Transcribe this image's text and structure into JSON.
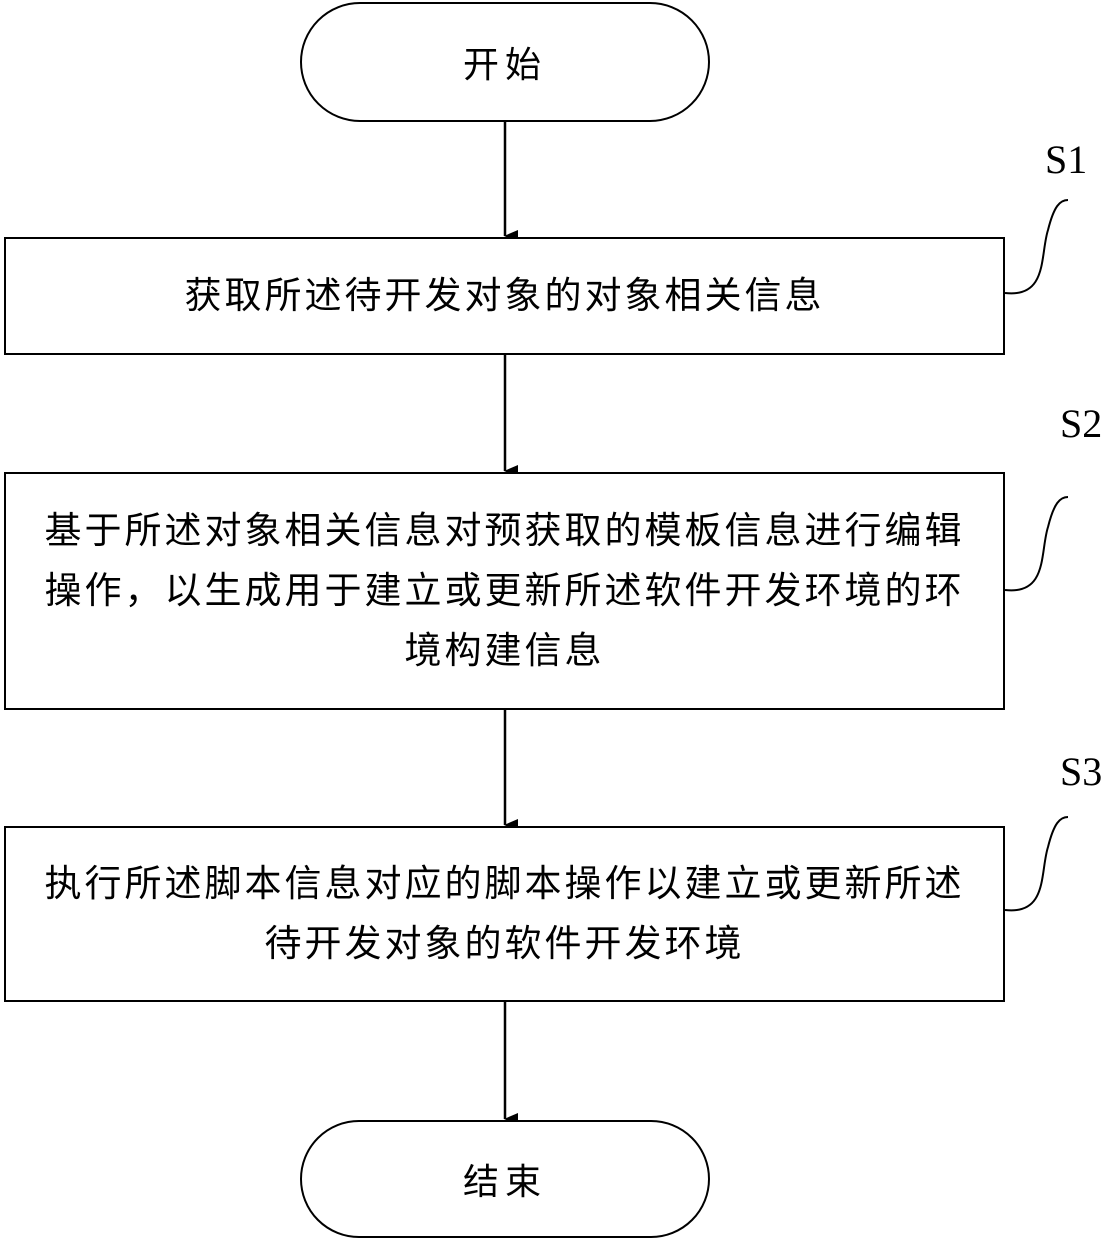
{
  "flowchart": {
    "start": {
      "label": "开始"
    },
    "steps": [
      {
        "id": "S1",
        "label": "获取所述待开发对象的对象相关信息"
      },
      {
        "id": "S2",
        "label": "基于所述对象相关信息对预获取的模板信息进行编辑操作，以生成用于建立或更新所述软件开发环境的环境构建信息"
      },
      {
        "id": "S3",
        "label": "执行所述脚本信息对应的脚本操作以建立或更新所述待开发对象的软件开发环境"
      }
    ],
    "end": {
      "label": "结束"
    }
  }
}
